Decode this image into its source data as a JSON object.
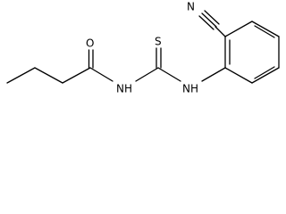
{
  "atoms": {
    "nitrile_n": "N",
    "carbonyl_o": "O",
    "thio_s": "S",
    "amide_nh": "NH",
    "aryl_nh": "NH"
  }
}
